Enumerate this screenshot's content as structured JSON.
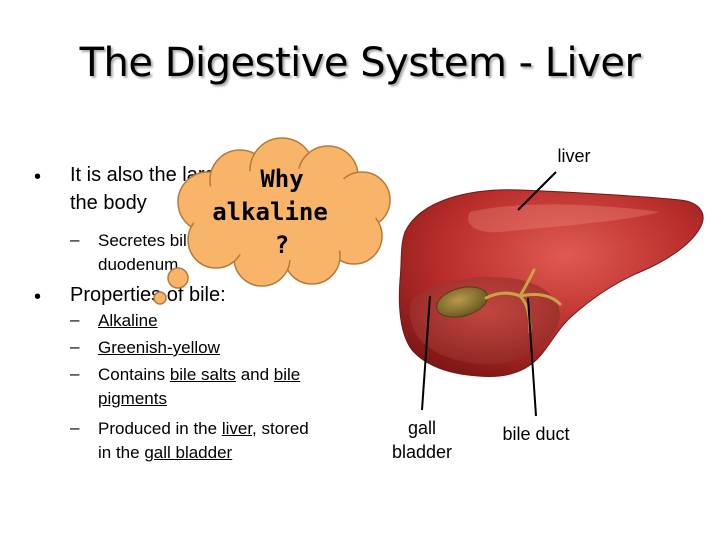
{
  "title": "The Digestive System - Liver",
  "bullet1": {
    "line1": "It is also the largest gland in",
    "line2": "the body",
    "sub": {
      "line1": "Secretes bile into the",
      "line2": "duodenum"
    }
  },
  "bullet2": {
    "label": "Properties of bile:",
    "items": [
      {
        "text": "Alkaline"
      },
      {
        "text": "Greenish-yellow"
      },
      {
        "pre": "Contains ",
        "u1": "bile salts",
        "mid": " and ",
        "u2": "bile",
        "line2": "pigments"
      },
      {
        "pre": "Produced in the ",
        "u1": "liver",
        "mid": ", stored",
        "line2pre": "in the ",
        "u2": "gall bladder"
      }
    ]
  },
  "callout": {
    "line1": "Why",
    "line2": "alkaline",
    "line3": "?"
  },
  "labels": {
    "liver": "liver",
    "gall_line1": "gall",
    "gall_line2": "bladder",
    "bile_duct": "bile duct"
  }
}
